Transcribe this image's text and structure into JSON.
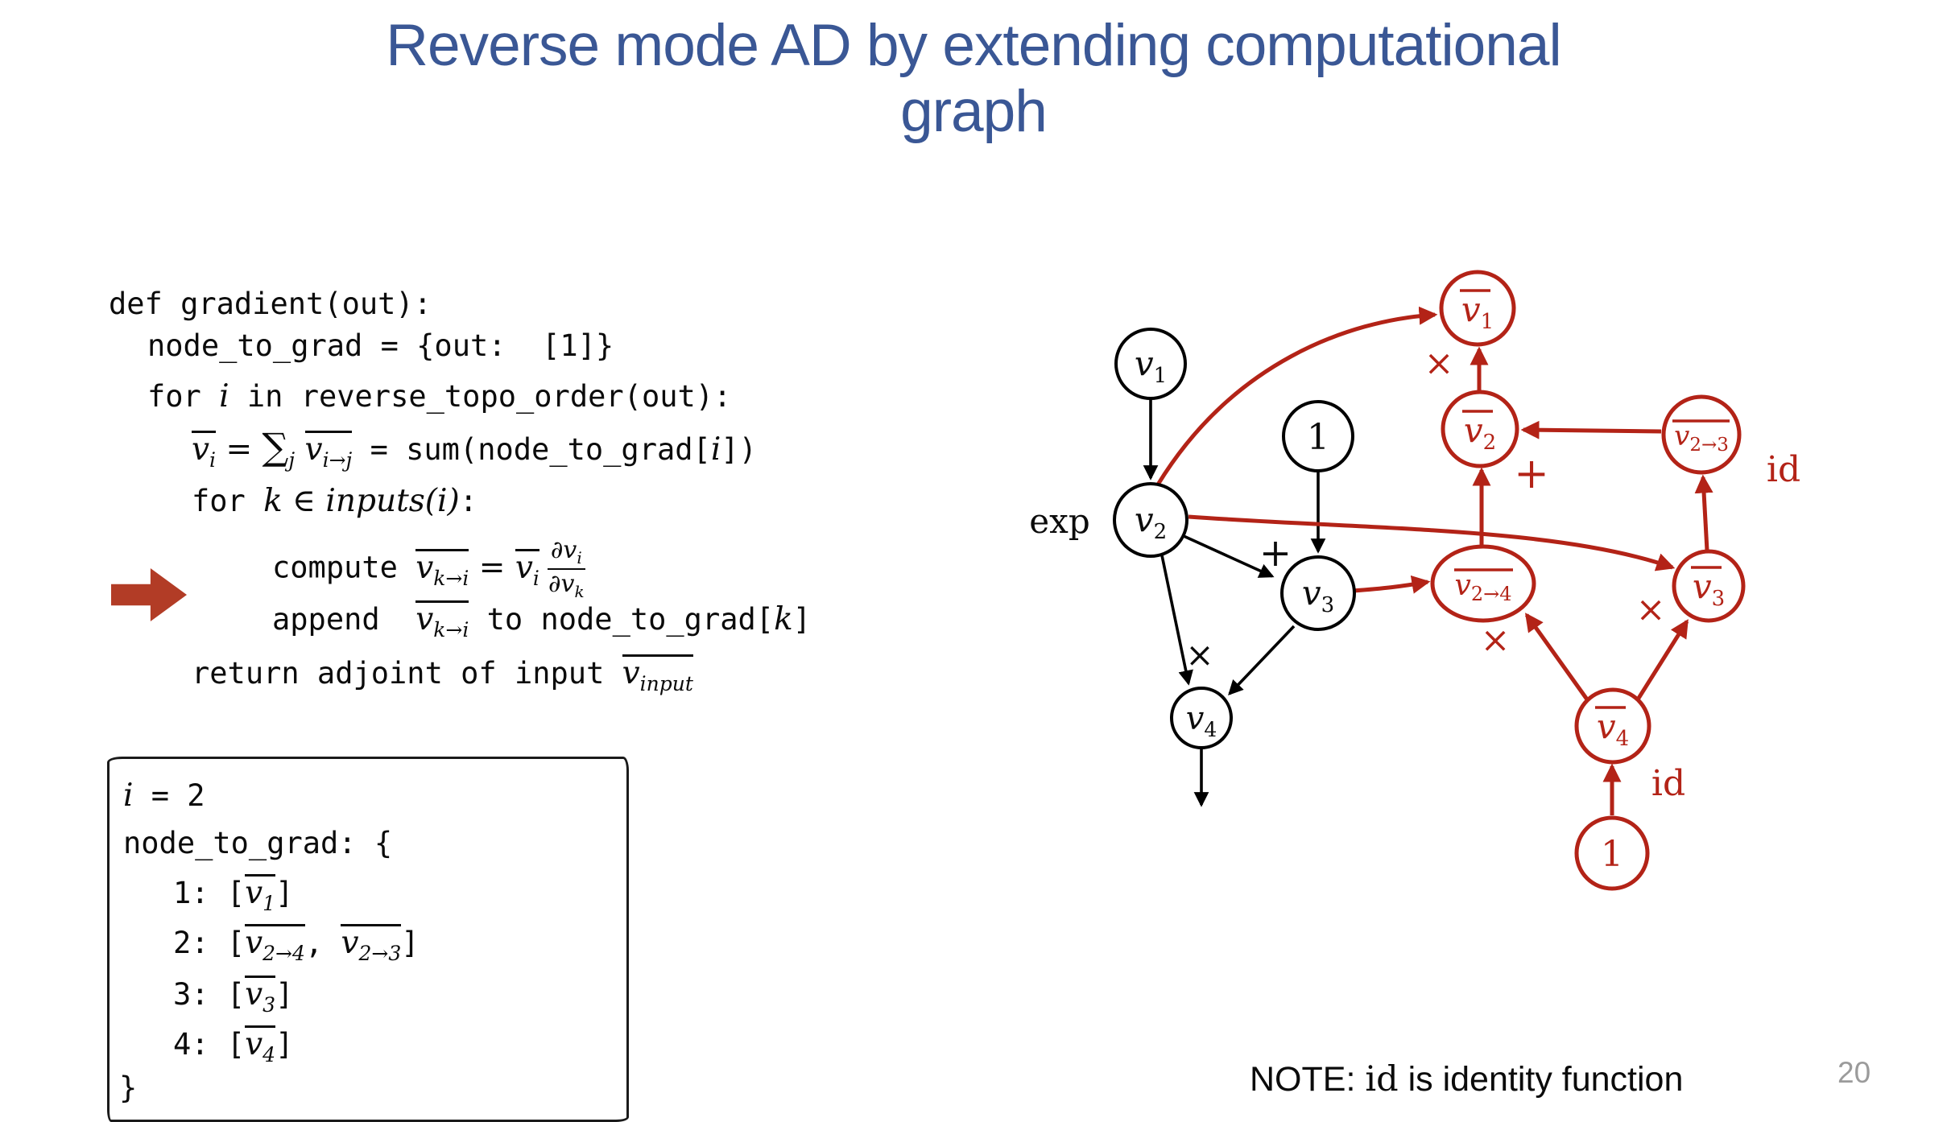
{
  "title": {
    "line1": "Reverse mode AD by extending computational",
    "line2": "graph"
  },
  "colors": {
    "title_blue": "#3a5795",
    "graph_red": "#b32317",
    "block_arrow_red": "#b23c26",
    "page_number_gray": "#9b9b9b"
  },
  "code": {
    "l1": "def gradient(out):",
    "l2": "node_to_grad = {out:  [1]}",
    "l3a": "for ",
    "l3b": "i",
    "l3c": " in reverse_topo_order(out):",
    "l4a": "v",
    "l4a_sub": "i",
    "l4b": " = ",
    "l4c": "∑",
    "l4c_sub": "j",
    "l4d": "v",
    "l4d_sub": "i→j",
    "l4e": " = sum(node_to_grad[",
    "l4f": "i",
    "l4g": "])",
    "l5a": "for ",
    "l5b": "k ∈ inputs(i)",
    "l5c": ":",
    "l6a": "compute ",
    "l6b": "v",
    "l6b_sub": "k→i",
    "l6c": " = ",
    "l6d": "v",
    "l6d_sub": "i",
    "l6_num": "∂v",
    "l6_num_sub": "i",
    "l6_den": "∂v",
    "l6_den_sub": "k",
    "l7a": "append ",
    "l7b": "v",
    "l7b_sub": "k→i",
    "l7c": " to node_to_grad[",
    "l7d": "k",
    "l7e": "]",
    "l8a": "return adjoint of input ",
    "l8b": "v",
    "l8b_sub": "input"
  },
  "state_box": {
    "i_line_a": "i",
    "i_line_b": " = 2",
    "open": "node_to_grad: {",
    "r1k": "1: ",
    "r1o": "[",
    "r1v": "v",
    "r1s": "1",
    "r1c": "]",
    "r2k": "2: ",
    "r2o": "[",
    "r2v1": "v",
    "r2s1": "2→4",
    "r2sep": ", ",
    "r2v2": "v",
    "r2s2": "2→3",
    "r2c": "]",
    "r3k": "3: ",
    "r3o": "[",
    "r3v": "v",
    "r3s": "3",
    "r3c": "]",
    "r4k": "4: ",
    "r4o": "[",
    "r4v": "v",
    "r4s": "4",
    "r4c": "]",
    "close": "}"
  },
  "graph": {
    "forward_nodes": {
      "v1": {
        "main": "v",
        "sub": "1"
      },
      "v2": {
        "main": "v",
        "sub": "2"
      },
      "one": {
        "main": "1"
      },
      "v3": {
        "main": "v",
        "sub": "3"
      },
      "v4": {
        "main": "v",
        "sub": "4"
      }
    },
    "adjoint_nodes": {
      "v1bar": {
        "main": "v",
        "sub": "1"
      },
      "v2bar": {
        "main": "v",
        "sub": "2"
      },
      "v23bar": {
        "main": "v",
        "sub": "2→3"
      },
      "v24bar": {
        "main": "v",
        "sub": "2→4"
      },
      "v3bar": {
        "main": "v",
        "sub": "3"
      },
      "v4bar": {
        "main": "v",
        "sub": "4"
      },
      "one": {
        "main": "1"
      }
    },
    "labels": {
      "exp": "exp",
      "plus_black": "+",
      "times_black": "×",
      "times_v1bar": "×",
      "plus_v2bar": "+",
      "id_upper": "id",
      "times_v24bar": "×",
      "times_v3bar": "×",
      "id_lower": "id"
    }
  },
  "note": {
    "a": "NOTE: ",
    "b": "id",
    "c": " is identity function"
  },
  "page_number": "20"
}
